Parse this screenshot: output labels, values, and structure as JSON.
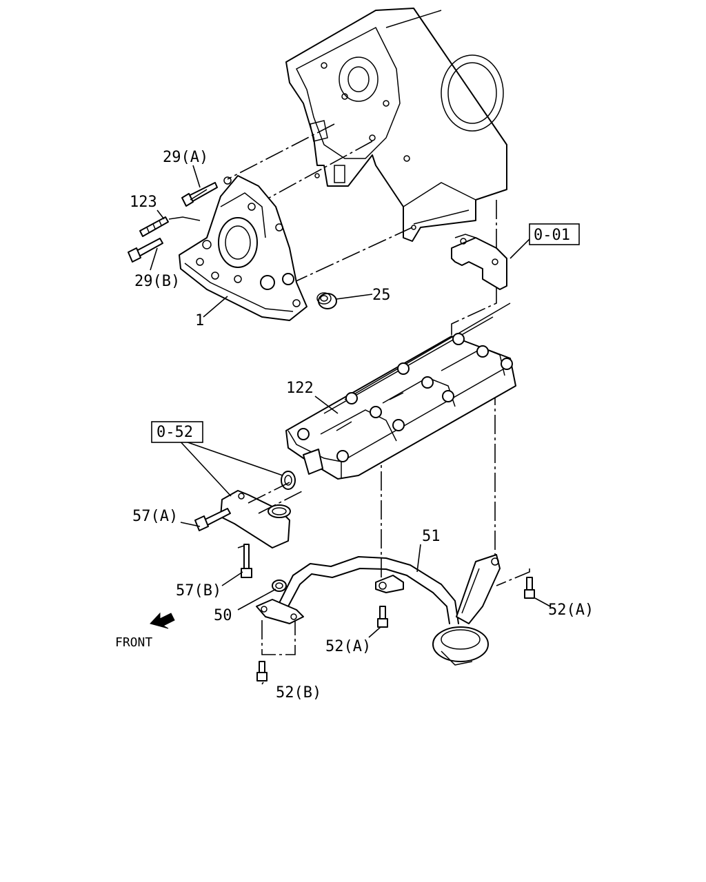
{
  "callouts": {
    "c29a": "29(A)",
    "c123": "123",
    "c29b": "29(B)",
    "c1": "1",
    "c25": "25",
    "c001": "0-01",
    "c122": "122",
    "c052": "0-52",
    "c57a": "57(A)",
    "c57b": "57(B)",
    "c51": "51",
    "c50": "50",
    "c52a_right": "52(A)",
    "c52a_mid": "52(A)",
    "c52b": "52(B)",
    "front": "FRONT"
  },
  "icons": {
    "front_arrow": "arrow-down-left-icon"
  }
}
